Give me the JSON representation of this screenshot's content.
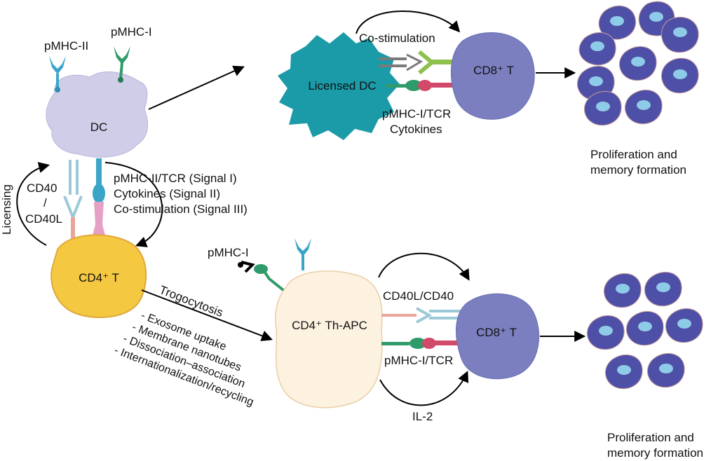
{
  "colors": {
    "dc": "#cfcde8",
    "licensed_dc": "#1b9aa8",
    "cd4": "#f5c842",
    "th_apc": "#fdf2e0",
    "cd8": "#7b7fc0",
    "prolif_cell": "#4e4fa6",
    "nucleus": "#8ecbe8",
    "pmhc_ii": "#3ba5c8",
    "pmhc_i": "#2f9a6a",
    "tcr": "#d14a6a",
    "costim": "#8ec04e"
  },
  "labels": {
    "pmhc_ii_top": "pMHC-II",
    "pmhc_i_top": "pMHC-I",
    "dc": "DC",
    "licensing": "Licensing",
    "cd40_line1": "CD40",
    "cd40_line2": "/",
    "cd40_line3": "CD40L",
    "signal_1": "pMHC-II/TCR (Signal I)",
    "signal_2": "Cytokines (Signal II)",
    "signal_3": "Co-stimulation (Signal III)",
    "cd4_t": "CD4⁺ T",
    "co_stimulation": "Co-stimulation",
    "licensed_dc": "Licensed DC",
    "cd8_t_top": "CD8⁺ T",
    "pmhc_i_tcr_top": "pMHC-I/TCR",
    "cytokines_top": "Cytokines",
    "prolif_top_1": "Proliferation and",
    "prolif_top_2": "memory formation",
    "pmhc_i_bottom": "pMHC-I",
    "trogocytosis": "Trogocytosis",
    "bullet_1": "- Exosome uptake",
    "bullet_2": "- Membrane nanotubes",
    "bullet_3": "- Dissociation–association",
    "bullet_4": "- Internationalization/recycling",
    "th_apc": "CD4⁺ Th-APC",
    "cd40l_cd40": "CD40L/CD40",
    "cd8_t_bottom": "CD8⁺ T",
    "pmhc_i_tcr_bottom": "pMHC-I/TCR",
    "il2": "IL-2",
    "prolif_bottom_1": "Proliferation and",
    "prolif_bottom_2": "memory formation"
  }
}
